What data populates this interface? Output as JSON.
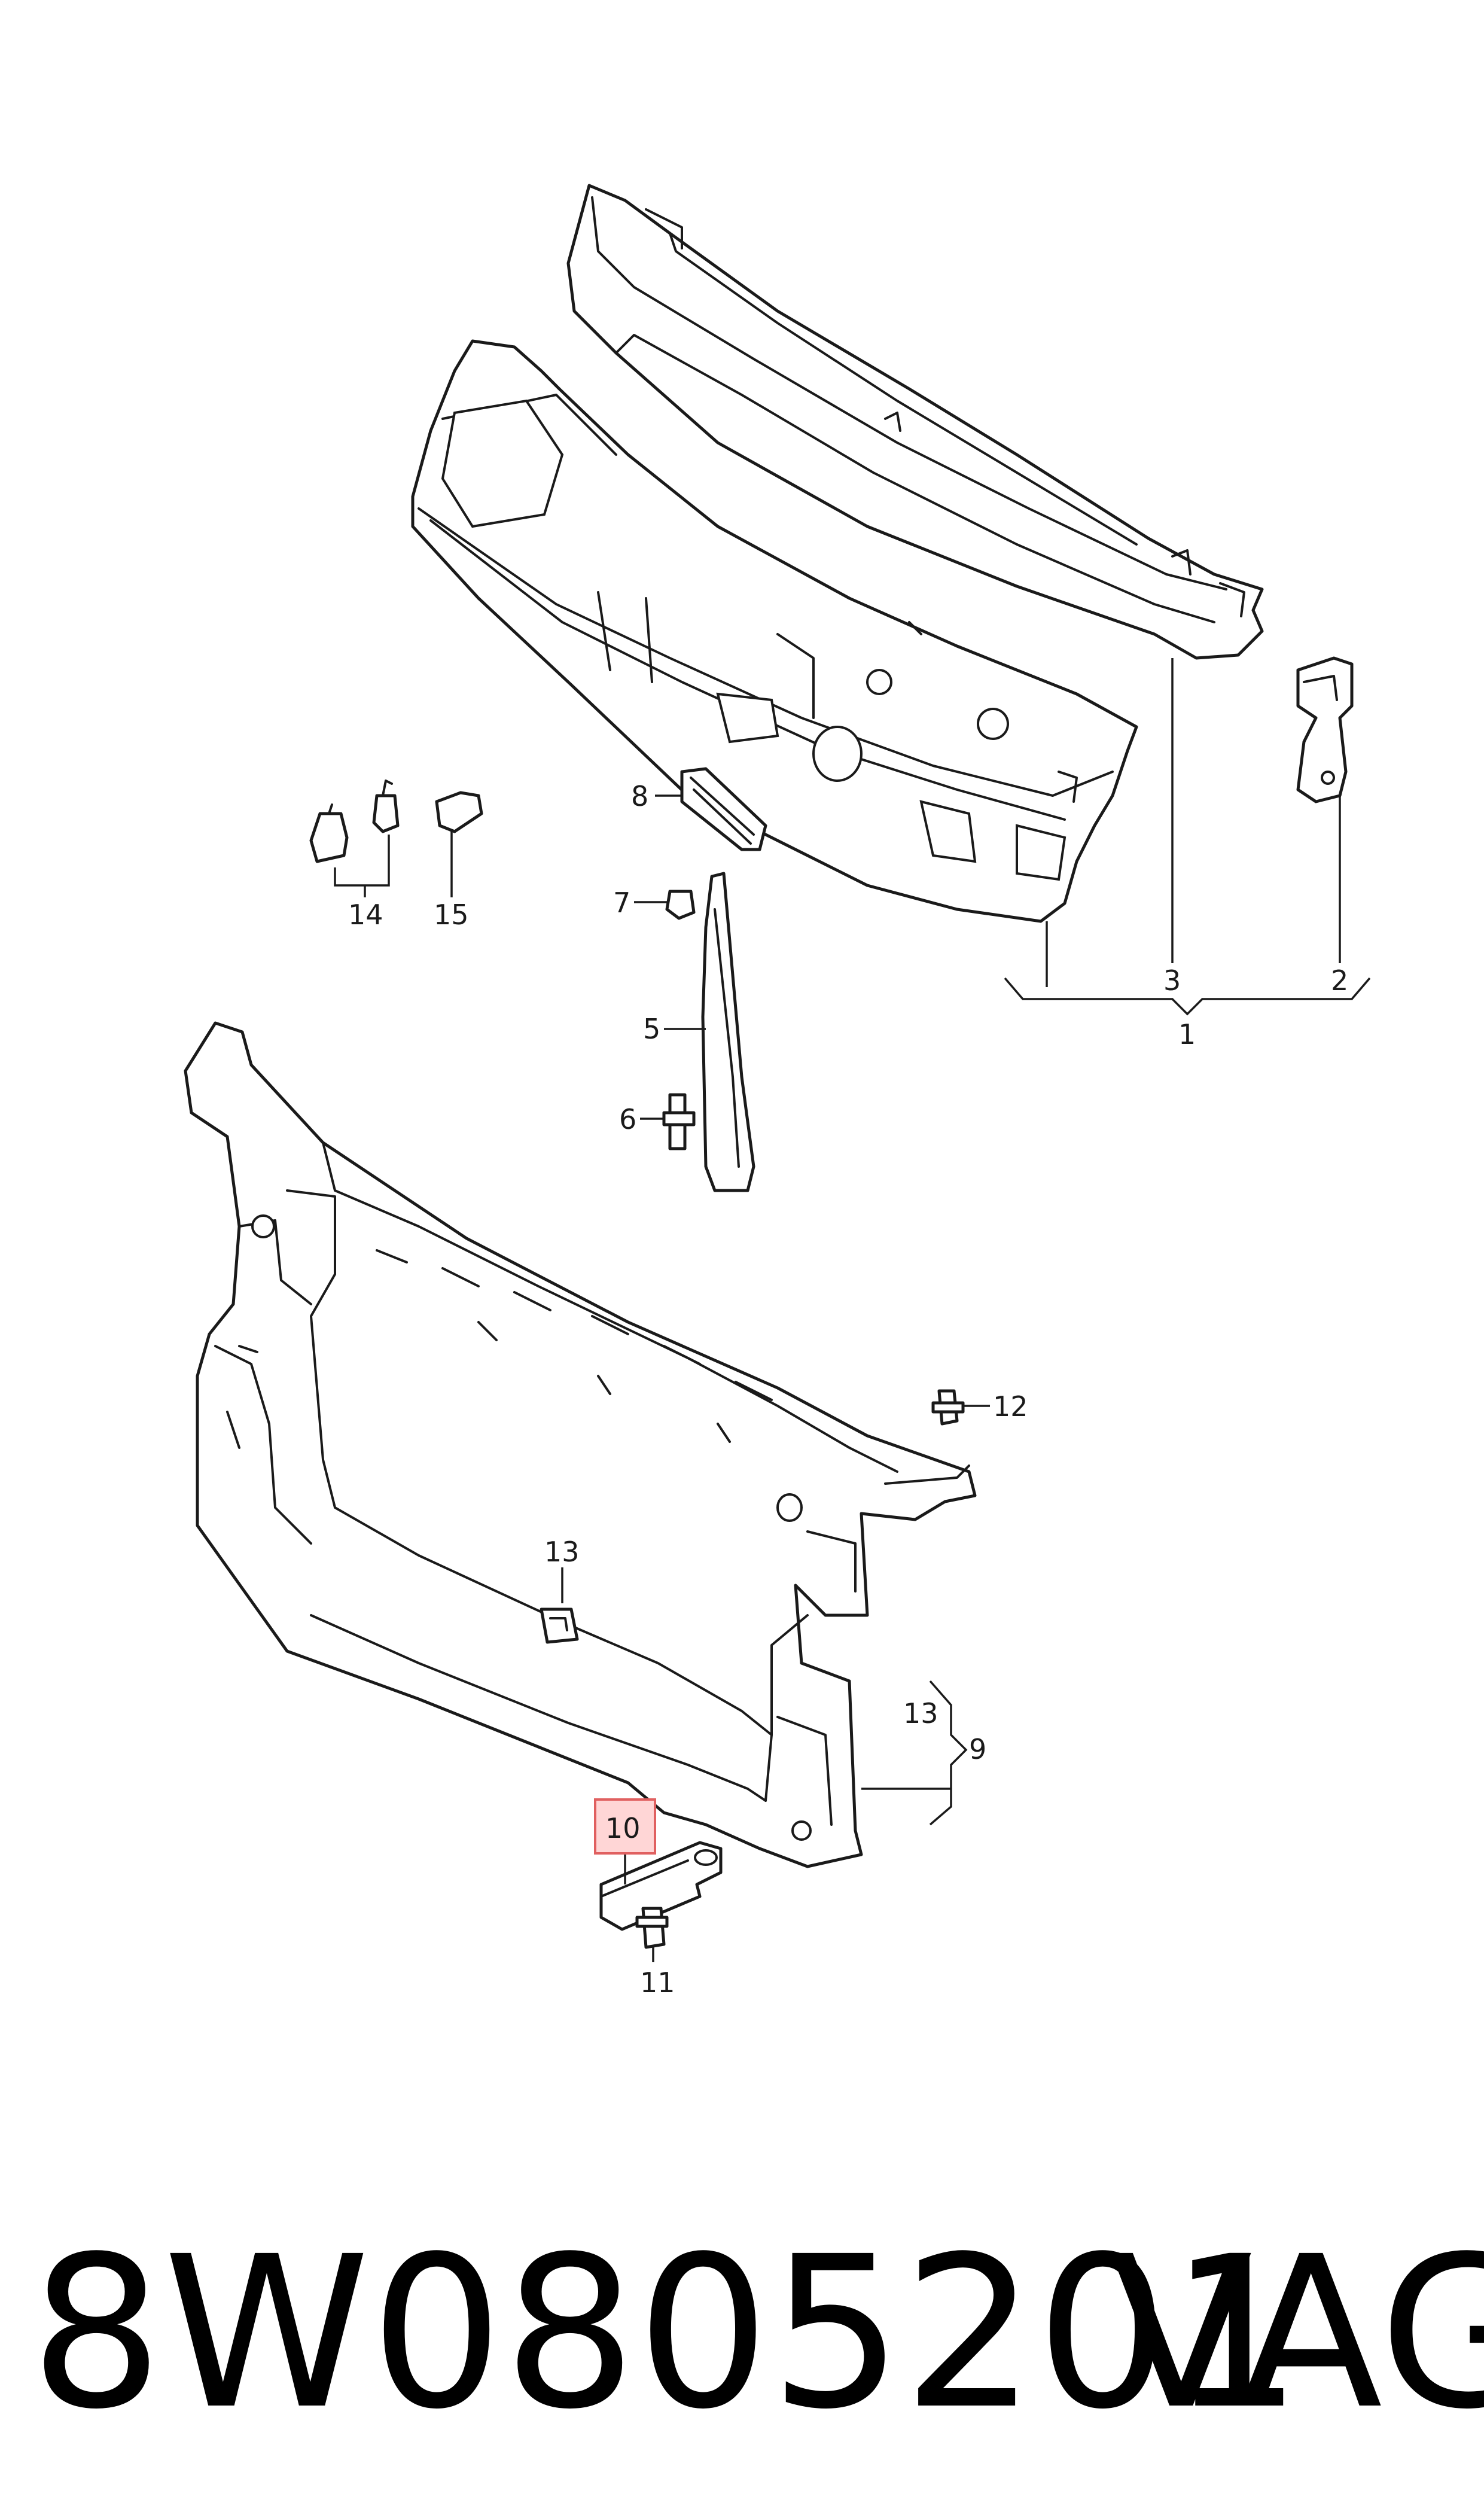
{
  "callouts": {
    "c1": "1",
    "c2": "2",
    "c3": "3",
    "c5": "5",
    "c6": "6",
    "c7": "7",
    "c8": "8",
    "c9": "9",
    "c10": "10",
    "c11": "11",
    "c12": "12",
    "c13a": "13",
    "c13b": "13",
    "c14": "14",
    "c15": "15"
  },
  "highlighted_callout": "10",
  "colors": {
    "line": "#1a1a1a",
    "highlight_fill": "#ffd6d6",
    "highlight_stroke": "#e06060"
  },
  "footer": {
    "part_number": "8W0805201",
    "brand": "VAG"
  }
}
